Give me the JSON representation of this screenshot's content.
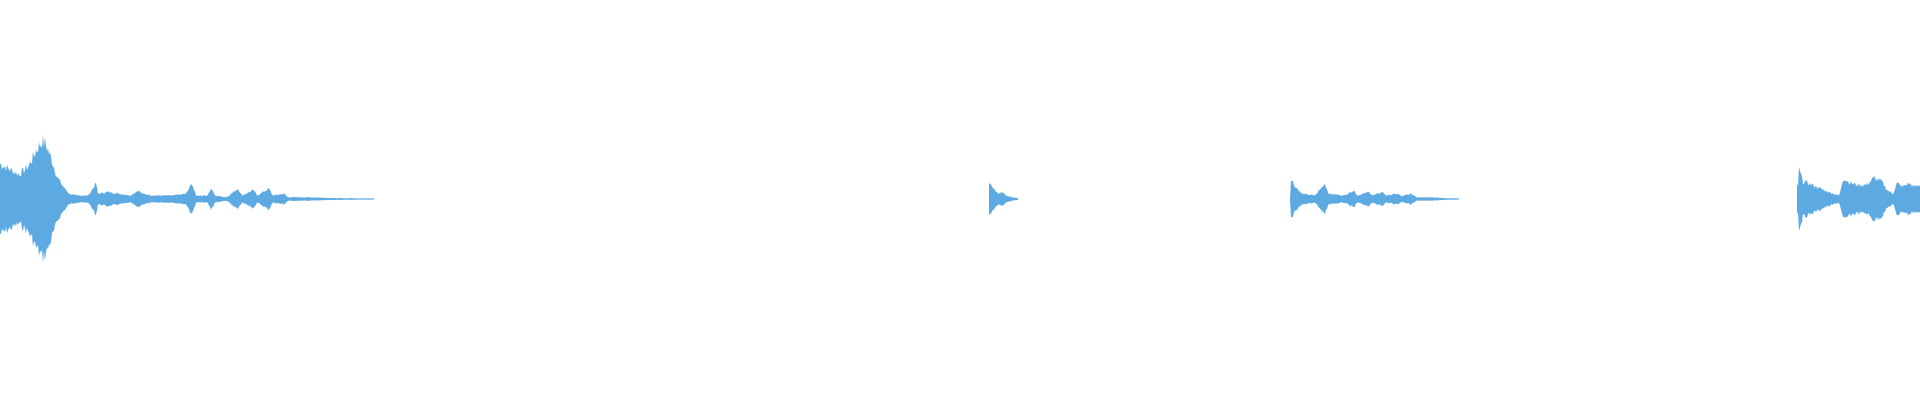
{
  "waveform": {
    "color": "#5daae3",
    "background": "#ffffff",
    "duration_fraction_segments": [
      {
        "label": "segment-1",
        "start": 0.0,
        "end": 0.195,
        "envelope": [
          [
            0.0,
            0.2
          ],
          [
            0.005,
            0.17
          ],
          [
            0.01,
            0.14
          ],
          [
            0.015,
            0.19
          ],
          [
            0.019,
            0.28
          ],
          [
            0.022,
            0.33
          ],
          [
            0.024,
            0.31
          ],
          [
            0.027,
            0.22
          ],
          [
            0.03,
            0.12
          ],
          [
            0.033,
            0.07
          ],
          [
            0.036,
            0.03
          ],
          [
            0.04,
            0.02
          ],
          [
            0.046,
            0.02
          ],
          [
            0.05,
            0.09
          ],
          [
            0.051,
            0.03
          ],
          [
            0.056,
            0.04
          ],
          [
            0.062,
            0.03
          ],
          [
            0.068,
            0.02
          ],
          [
            0.072,
            0.05
          ],
          [
            0.074,
            0.03
          ],
          [
            0.08,
            0.02
          ],
          [
            0.09,
            0.02
          ],
          [
            0.097,
            0.03
          ],
          [
            0.1,
            0.09
          ],
          [
            0.102,
            0.02
          ],
          [
            0.108,
            0.02
          ],
          [
            0.11,
            0.06
          ],
          [
            0.112,
            0.02
          ],
          [
            0.118,
            0.01
          ],
          [
            0.124,
            0.06
          ],
          [
            0.126,
            0.02
          ],
          [
            0.132,
            0.05
          ],
          [
            0.134,
            0.02
          ],
          [
            0.14,
            0.06
          ],
          [
            0.142,
            0.02
          ],
          [
            0.148,
            0.03
          ],
          [
            0.15,
            0.01
          ],
          [
            0.16,
            0.01
          ],
          [
            0.175,
            0.005
          ],
          [
            0.195,
            0.003
          ]
        ]
      },
      {
        "label": "segment-2",
        "start": 0.515,
        "end": 0.53,
        "envelope": [
          [
            0.515,
            0.1
          ],
          [
            0.516,
            0.08
          ],
          [
            0.518,
            0.05
          ],
          [
            0.52,
            0.03
          ],
          [
            0.522,
            0.04
          ],
          [
            0.524,
            0.02
          ],
          [
            0.527,
            0.01
          ],
          [
            0.53,
            0.005
          ]
        ]
      },
      {
        "label": "segment-3",
        "start": 0.672,
        "end": 0.76,
        "envelope": [
          [
            0.672,
            0.13
          ],
          [
            0.674,
            0.08
          ],
          [
            0.678,
            0.03
          ],
          [
            0.685,
            0.02
          ],
          [
            0.69,
            0.09
          ],
          [
            0.692,
            0.03
          ],
          [
            0.7,
            0.02
          ],
          [
            0.705,
            0.05
          ],
          [
            0.707,
            0.02
          ],
          [
            0.713,
            0.04
          ],
          [
            0.715,
            0.02
          ],
          [
            0.72,
            0.04
          ],
          [
            0.722,
            0.02
          ],
          [
            0.728,
            0.03
          ],
          [
            0.73,
            0.015
          ],
          [
            0.735,
            0.03
          ],
          [
            0.738,
            0.01
          ],
          [
            0.745,
            0.01
          ],
          [
            0.752,
            0.005
          ],
          [
            0.76,
            0.003
          ]
        ]
      },
      {
        "label": "segment-4",
        "start": 0.936,
        "end": 1.0,
        "envelope": [
          [
            0.936,
            0.0
          ],
          [
            0.937,
            0.17
          ],
          [
            0.939,
            0.1
          ],
          [
            0.942,
            0.09
          ],
          [
            0.946,
            0.07
          ],
          [
            0.95,
            0.05
          ],
          [
            0.955,
            0.03
          ],
          [
            0.958,
            0.02
          ],
          [
            0.96,
            0.12
          ],
          [
            0.964,
            0.09
          ],
          [
            0.968,
            0.08
          ],
          [
            0.972,
            0.08
          ],
          [
            0.976,
            0.12
          ],
          [
            0.98,
            0.1
          ],
          [
            0.983,
            0.05
          ],
          [
            0.986,
            0.03
          ],
          [
            0.988,
            0.09
          ],
          [
            0.991,
            0.07
          ],
          [
            0.994,
            0.09
          ],
          [
            0.997,
            0.07
          ],
          [
            1.0,
            0.08
          ]
        ]
      }
    ]
  }
}
